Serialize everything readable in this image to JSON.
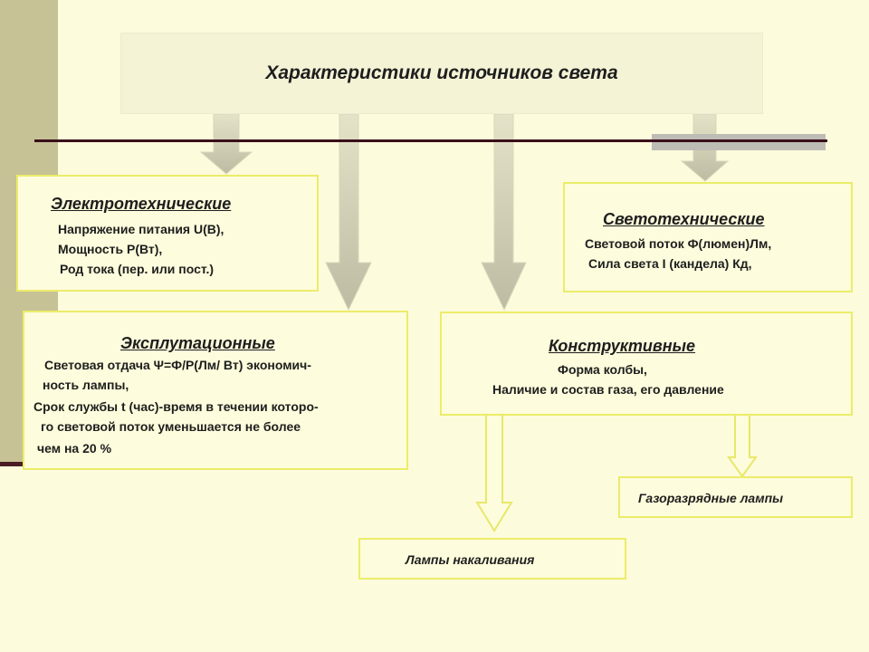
{
  "title": "Характеристики источников света",
  "boxes": {
    "electro": {
      "heading": "Электротехнические",
      "lines": [
        "Напряжение питания U(В),",
        "Мощность Р(Вт),",
        "Род тока (пер. или пост.)"
      ]
    },
    "light": {
      "heading": "Светотехнические",
      "lines": [
        "Световой поток Ф(люмен)Лм,",
        "Сила света I (кандела) Кд,"
      ]
    },
    "operational": {
      "heading": "Эксплутационные",
      "lines": [
        "Световая отдача Ψ=Ф/Р(Лм/ Вт) экономич-",
        "ность лампы,",
        "Срок службы t (час)-время в течении которо-",
        "го световой поток уменьшается не более",
        "чем на 20 %"
      ]
    },
    "constructive": {
      "heading": "Конструктивные",
      "lines": [
        "Форма колбы,",
        "Наличие и состав газа, его давление"
      ]
    }
  },
  "lamps": {
    "gas": "Газоразрядные лампы",
    "incandescent": "Лампы накаливания"
  }
}
